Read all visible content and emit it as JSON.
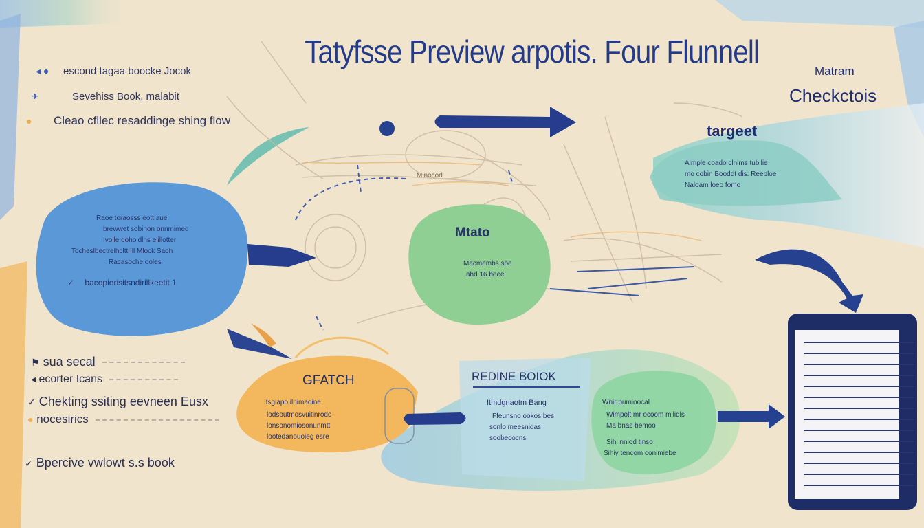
{
  "title": "Tatyfsse Preview arpotis. Four Flunnell",
  "legend": [
    {
      "icon": "dot-icon",
      "label": "escond tagaa boocke Jocok"
    },
    {
      "icon": "plane-icon",
      "label": "Sevehiss Book, malabit"
    },
    {
      "icon": "leaf-icon",
      "label": "Cleao cfllec resaddinge shing flow"
    }
  ],
  "right_header": {
    "line1": "Matram",
    "line2": "Checkctois"
  },
  "target": {
    "heading": "targeet",
    "lines": [
      "Aimple coado clnims tubilie",
      "mo cobin Booddt dis: Reebloe",
      "Naloam loeo fomo"
    ]
  },
  "blue_node": {
    "lines": [
      "Raoe toraosss eott aue",
      "brewwet sobinon onnmimed",
      "Ivoile doholdlns eiillotter",
      "Tocheslbectrelhcltt Ill Mlock Saoh",
      "Racasoche ooles"
    ],
    "footer": "bacopiorisitsndirillkeetit 1"
  },
  "green_node": {
    "heading": "Mtato",
    "lines": [
      "Macmembs soe",
      "ahd 16 beee"
    ]
  },
  "faint_label": "Mlnocod",
  "left_list": [
    {
      "label": "sua secal"
    },
    {
      "label": "ecorter Icans"
    },
    {
      "label": "Chekting ssiting eevneen Eusx"
    },
    {
      "label": "nocesirics"
    }
  ],
  "bottom_left": "Bpercive vwlowt s.s book",
  "search_node": {
    "heading": "GFATCH",
    "lines": [
      "Itsgiapo ilnimaoine",
      "lodsoutmosvuitinrodo",
      "lonsonomiosonunmtt",
      "lootedanouoieg esre"
    ]
  },
  "reding_node": {
    "heading": "REDINE BOIOK",
    "lines": [
      "Itmdgnaotm Bang",
      "Ffeunsno ookos bes",
      "sonlo meesnidas",
      "soobecocns"
    ]
  },
  "green_bottom_node": {
    "lines": [
      "Wnir pumioocal",
      "Wimpolt mr ocoom milidls",
      "Ma bnas bemoo",
      "Sihi nniod tinso",
      "Sihiy tencom conimiebe"
    ]
  },
  "chart_colors": {
    "accent": "#253d8c",
    "blue": "#5b98d8",
    "green": "#8fcf94",
    "teal": "#8ccbc3",
    "orange": "#f3b85e"
  }
}
